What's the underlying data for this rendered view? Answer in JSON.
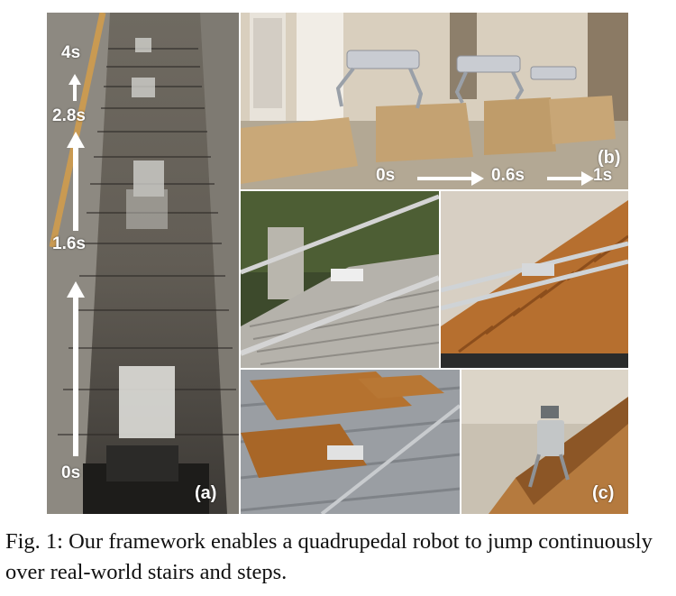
{
  "figure": {
    "panel_a": {
      "label": "(a)",
      "times": [
        "4s",
        "2.8s",
        "1.6s",
        "0s"
      ]
    },
    "panel_b": {
      "label": "(b)",
      "times": [
        "0s",
        "0.6s",
        "1s"
      ]
    },
    "panel_c": {
      "label": "(c)"
    }
  },
  "caption": {
    "text": "Fig. 1: Our framework enables a quadrupedal robot to jump continuously over real-world stairs and steps."
  }
}
